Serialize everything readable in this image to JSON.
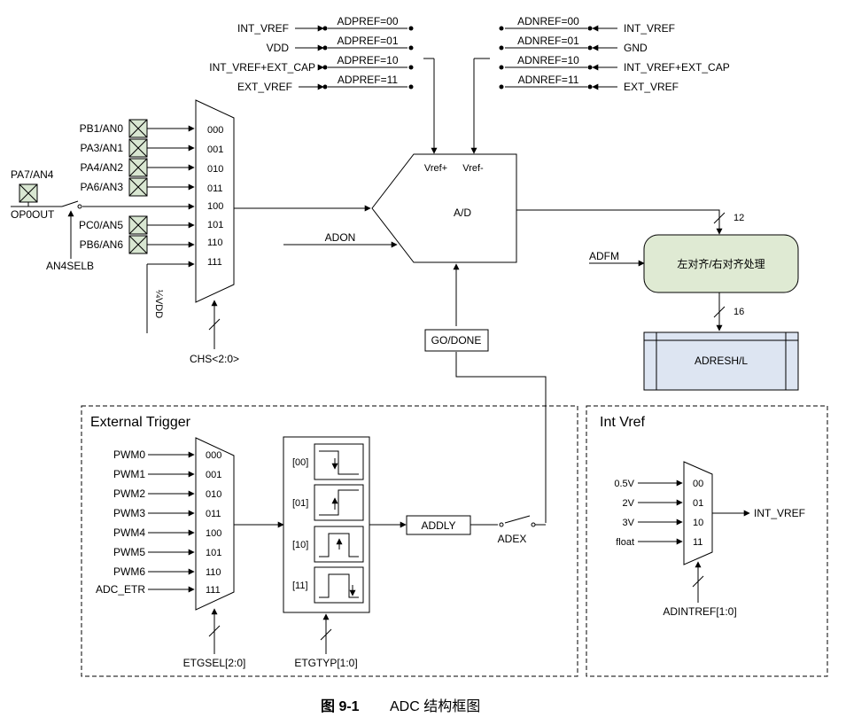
{
  "adc_core": {
    "label": "A/D",
    "vref_plus": "Vref+",
    "vref_minus": "Vref-"
  },
  "adpref": {
    "inputs": [
      "INT_VREF",
      "VDD",
      "INT_VREF+EXT_CAP",
      "EXT_VREF"
    ],
    "codes": [
      "ADPREF=00",
      "ADPREF=01",
      "ADPREF=10",
      "ADPREF=11"
    ]
  },
  "adnref": {
    "codes": [
      "ADNREF=00",
      "ADNREF=01",
      "ADNREF=10",
      "ADNREF=11"
    ],
    "inputs": [
      "INT_VREF",
      "GND",
      "INT_VREF+EXT_CAP",
      "EXT_VREF"
    ]
  },
  "channel_mux": {
    "pins": [
      "PB1/AN0",
      "PA3/AN1",
      "PA4/AN2",
      "PA6/AN3"
    ],
    "pins_lower": [
      "PC0/AN5",
      "PB6/AN6"
    ],
    "pa7": "PA7/AN4",
    "op0out": "OP0OUT",
    "an4selb": "AN4SELB",
    "codes": [
      "000",
      "001",
      "010",
      "011",
      "100",
      "101",
      "110",
      "111"
    ],
    "vdd_quarter": "¼VDD",
    "select": "CHS<2:0>"
  },
  "adon": "ADON",
  "go_done": "GO/DONE",
  "adfm": "ADFM",
  "align_block": "左对齐/右对齐处理",
  "bus_width_12": "12",
  "bus_width_16": "16",
  "result_register": "ADRESH/L",
  "external_trigger": {
    "title": "External Trigger",
    "inputs": [
      "PWM0",
      "PWM1",
      "PWM2",
      "PWM3",
      "PWM4",
      "PWM5",
      "PWM6",
      "ADC_ETR"
    ],
    "codes": [
      "000",
      "001",
      "010",
      "011",
      "100",
      "101",
      "110",
      "111"
    ],
    "select": "ETGSEL[2:0]",
    "edge_types": [
      "[00]",
      "[01]",
      "[10]",
      "[11]"
    ],
    "edge_select": "ETGTYP[1:0]",
    "delay": "ADDLY",
    "switch": "ADEX"
  },
  "int_vref": {
    "title": "Int Vref",
    "inputs": [
      "0.5V",
      "2V",
      "3V",
      "float"
    ],
    "codes": [
      "00",
      "01",
      "10",
      "11"
    ],
    "output": "INT_VREF",
    "select": "ADINTREF[1:0]"
  },
  "caption": {
    "figure": "图 9-1",
    "title": "ADC 结构框图"
  }
}
